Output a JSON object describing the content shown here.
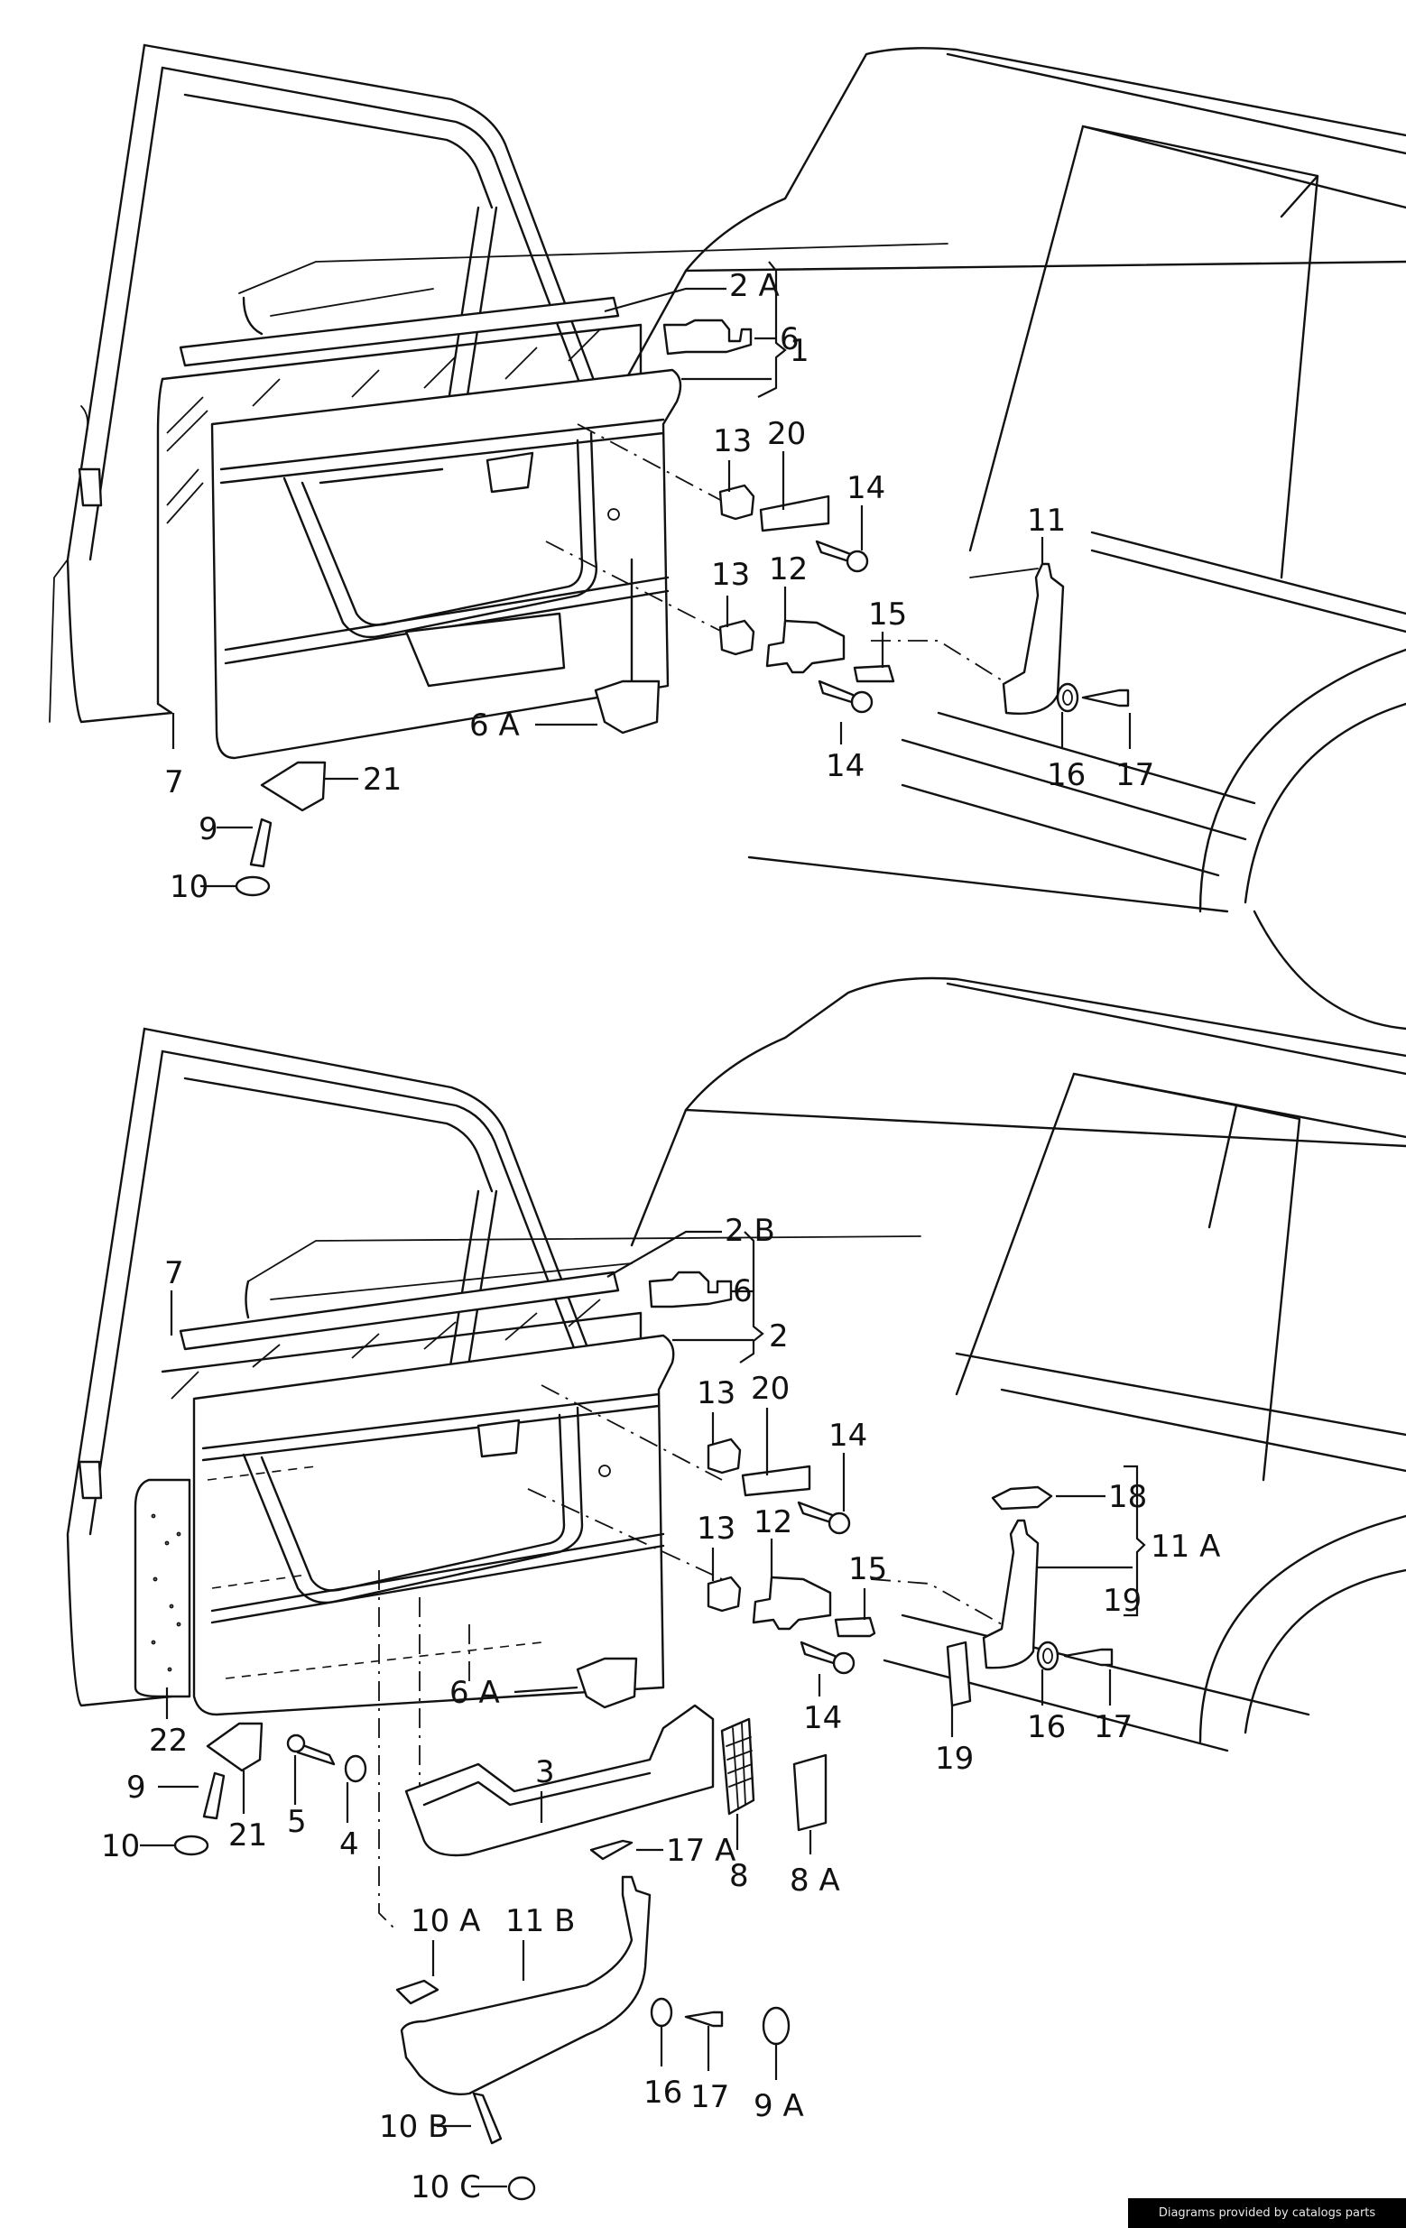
{
  "diagram": {
    "title": "Door trim panel exploded parts diagram",
    "upper_view": {
      "callouts": {
        "c2A": "2 A",
        "c6": "6",
        "c1": "1",
        "c13a": "13",
        "c20": "20",
        "c14a": "14",
        "c11": "11",
        "c13b": "13",
        "c12": "12",
        "c15": "15",
        "c6A": "6 A",
        "c14b": "14",
        "c16": "16",
        "c17": "17",
        "c7": "7",
        "c21": "21",
        "c9": "9",
        "c10": "10"
      }
    },
    "lower_view": {
      "callouts": {
        "c2B": "2 B",
        "c6": "6",
        "c2": "2",
        "c7": "7",
        "c13a": "13",
        "c20": "20",
        "c14a": "14",
        "c18": "18",
        "c11A": "11 A",
        "c19a": "19",
        "c13b": "13",
        "c12": "12",
        "c15": "15",
        "c6A": "6 A",
        "c14b": "14",
        "c16a": "16",
        "c17a": "17",
        "c19b": "19",
        "c22": "22",
        "c9": "9",
        "c21": "21",
        "c5": "5",
        "c4": "4",
        "c10": "10",
        "c3": "3",
        "c8": "8",
        "c8A": "8 A",
        "c17A": "17 A",
        "c10A": "10 A",
        "c11B": "11 B",
        "c16b": "16",
        "c17b": "17",
        "c9A": "9 A",
        "c10B": "10 B",
        "c10C": "10 C"
      }
    }
  },
  "footer": {
    "credit": "Diagrams provided by catalogs parts"
  }
}
